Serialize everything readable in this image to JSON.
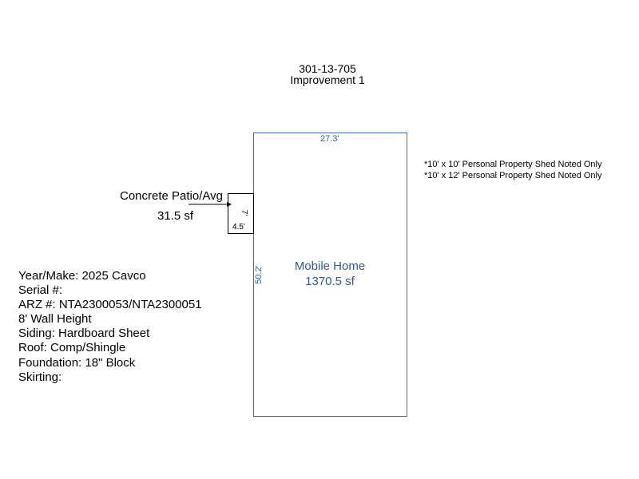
{
  "header": {
    "parcel_id": "301-13-705",
    "improvement": "Improvement 1"
  },
  "mobile_home": {
    "name": "Mobile Home",
    "area": "1370.5 sf",
    "width_dim": "27.3'",
    "length_dim": "50.2'"
  },
  "patio": {
    "name": "Concrete Patio/Avg",
    "area": "31.5 sf",
    "width_dim": "4.5'",
    "depth_dim": "7'"
  },
  "notes": [
    "*10' x 10' Personal Property Shed Noted Only",
    "*10' x 12' Personal Property Shed Noted Only"
  ],
  "details": [
    "Year/Make: 2025 Cavco",
    "Serial #:",
    "ARZ #: NTA2300053/NTA2300051",
    "8' Wall Height",
    "Siding: Hardboard Sheet",
    "Roof: Comp/Shingle",
    "Foundation: 18\" Block",
    "Skirting:"
  ],
  "colors": {
    "outline_blue": "#3a6ea8",
    "label_blue": "#2e5a96"
  }
}
